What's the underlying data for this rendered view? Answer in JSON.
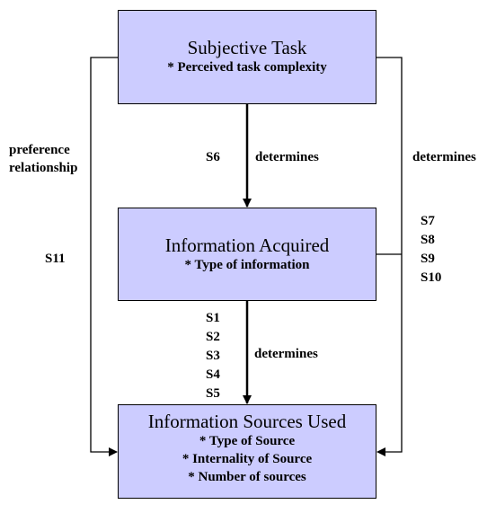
{
  "boxes": {
    "subjective_task": {
      "title": "Subjective Task",
      "items": [
        "* Perceived task complexity"
      ]
    },
    "information_acquired": {
      "title": "Information Acquired",
      "items": [
        "* Type of information"
      ]
    },
    "information_sources_used": {
      "title": "Information Sources Used",
      "items": [
        "* Type of Source",
        "* Internality of Source",
        "* Number of sources"
      ]
    }
  },
  "labels": {
    "preference_line1": "preference",
    "preference_line2": "relationship",
    "s11": "S11",
    "s6": "S6",
    "determines_top": "determines",
    "determines_right": "determines",
    "determines_bottom": "determines",
    "right_stack": [
      "S7",
      "S8",
      "S9",
      "S10"
    ],
    "left_stack": [
      "S1",
      "S2",
      "S3",
      "S4",
      "S5"
    ]
  },
  "colors": {
    "box_fill": "#ccccff",
    "line": "#000000",
    "background": "#ffffff"
  }
}
